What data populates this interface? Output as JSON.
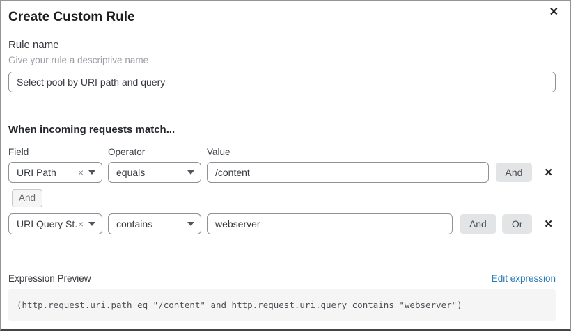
{
  "dialog": {
    "title": "Create Custom Rule"
  },
  "icons": {
    "close": "✕",
    "remove": "✕",
    "clear": "×"
  },
  "rule_name": {
    "label": "Rule name",
    "hint": "Give your rule a descriptive name",
    "value": "Select pool by URI path and query"
  },
  "match": {
    "heading": "When incoming requests match...",
    "columns": {
      "field": "Field",
      "operator": "Operator",
      "value": "Value"
    },
    "rows": [
      {
        "field": "URI Path",
        "operator": "equals",
        "value": "/content",
        "and_label": "And"
      },
      {
        "field": "URI Query St...",
        "operator": "contains",
        "value": "webserver",
        "and_label": "And",
        "or_label": "Or"
      }
    ],
    "connector": "And"
  },
  "expression": {
    "label": "Expression Preview",
    "edit_link": "Edit expression",
    "code": "(http.request.uri.path eq \"/content\" and http.request.uri.query contains \"webserver\")"
  },
  "colors": {
    "link": "#2c7cb8",
    "button_bg": "#e3e4e5",
    "code_bg": "#f5f5f6",
    "border": "#8e9196"
  }
}
